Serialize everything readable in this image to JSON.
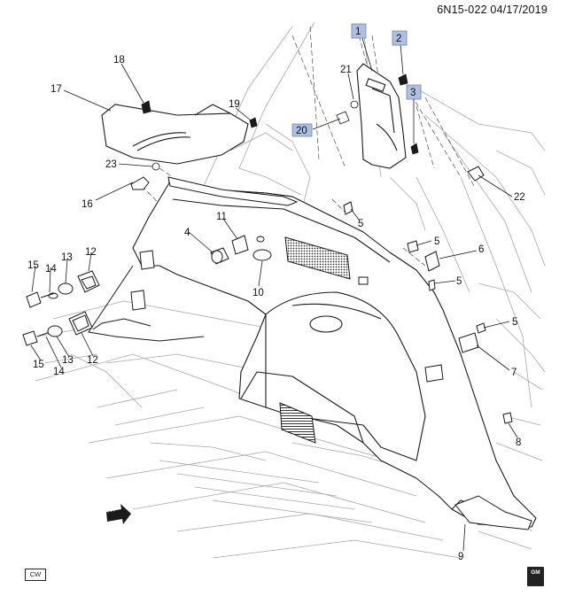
{
  "header": {
    "text": "6N15-022  04/17/2019"
  },
  "badges": {
    "cw": "CW",
    "gm_logo": "GM"
  },
  "front_arrow": {
    "label": "FRT"
  },
  "callouts": [
    {
      "id": "c1",
      "label": "1",
      "highlight": true
    },
    {
      "id": "c2",
      "label": "2",
      "highlight": true
    },
    {
      "id": "c3",
      "label": "3",
      "highlight": true
    },
    {
      "id": "c20",
      "label": "20",
      "highlight": true
    },
    {
      "id": "c18",
      "label": "18",
      "highlight": false
    },
    {
      "id": "c17",
      "label": "17",
      "highlight": false
    },
    {
      "id": "c19",
      "label": "19",
      "highlight": false
    },
    {
      "id": "c21",
      "label": "21",
      "highlight": false
    },
    {
      "id": "c23",
      "label": "23",
      "highlight": false
    },
    {
      "id": "c16",
      "label": "16",
      "highlight": false
    },
    {
      "id": "c22",
      "label": "22",
      "highlight": false
    },
    {
      "id": "c5a",
      "label": "5",
      "highlight": false
    },
    {
      "id": "c5b",
      "label": "5",
      "highlight": false
    },
    {
      "id": "c5c",
      "label": "5",
      "highlight": false
    },
    {
      "id": "c5d",
      "label": "5",
      "highlight": false
    },
    {
      "id": "c6",
      "label": "6",
      "highlight": false
    },
    {
      "id": "c7",
      "label": "7",
      "highlight": false
    },
    {
      "id": "c8",
      "label": "8",
      "highlight": false
    },
    {
      "id": "c9",
      "label": "9",
      "highlight": false
    },
    {
      "id": "c4",
      "label": "4",
      "highlight": false
    },
    {
      "id": "c11",
      "label": "11",
      "highlight": false
    },
    {
      "id": "c10",
      "label": "10",
      "highlight": false
    },
    {
      "id": "c15a",
      "label": "15",
      "highlight": false
    },
    {
      "id": "c14a",
      "label": "14",
      "highlight": false
    },
    {
      "id": "c13a",
      "label": "13",
      "highlight": false
    },
    {
      "id": "c12a",
      "label": "12",
      "highlight": false
    },
    {
      "id": "c15b",
      "label": "15",
      "highlight": false
    },
    {
      "id": "c14b",
      "label": "14",
      "highlight": false
    },
    {
      "id": "c13b",
      "label": "13",
      "highlight": false
    },
    {
      "id": "c12b",
      "label": "12",
      "highlight": false
    }
  ],
  "colors": {
    "line": "#1a1a1a",
    "ghost": "#9a9a9a",
    "highlight_fill": "#aebfe0",
    "highlight_border": "#6c86bf"
  }
}
